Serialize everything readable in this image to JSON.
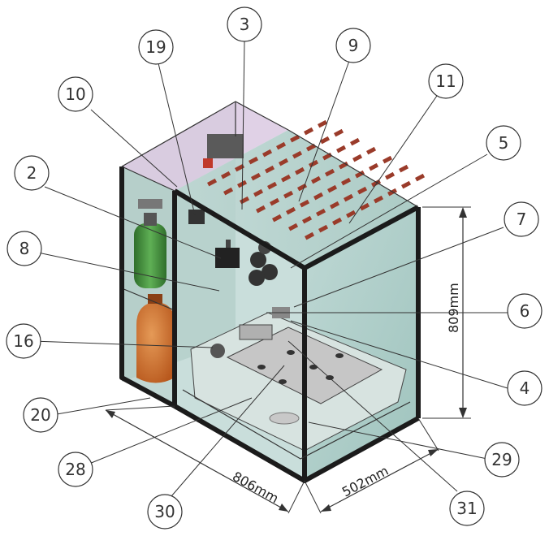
{
  "callouts": [
    {
      "id": "c3",
      "text": "3"
    },
    {
      "id": "c19",
      "text": "19"
    },
    {
      "id": "c9",
      "text": "9"
    },
    {
      "id": "c10",
      "text": "10"
    },
    {
      "id": "c11",
      "text": "11"
    },
    {
      "id": "c2",
      "text": "2"
    },
    {
      "id": "c5",
      "text": "5"
    },
    {
      "id": "c8",
      "text": "8"
    },
    {
      "id": "c7",
      "text": "7"
    },
    {
      "id": "c6",
      "text": "6"
    },
    {
      "id": "c16",
      "text": "16"
    },
    {
      "id": "c4",
      "text": "4"
    },
    {
      "id": "c20",
      "text": "20"
    },
    {
      "id": "c28",
      "text": "28"
    },
    {
      "id": "c29",
      "text": "29"
    },
    {
      "id": "c30",
      "text": "30"
    },
    {
      "id": "c31",
      "text": "31"
    }
  ],
  "dimensions": {
    "height": "809mm",
    "width": "806mm",
    "depth": "502mm"
  },
  "colors": {
    "glass": "#8fb8b0",
    "frame": "#1b1b1b",
    "bottle": "#3f8f3a",
    "canister": "#c86a2a",
    "pcb": "#9a3b2a"
  }
}
